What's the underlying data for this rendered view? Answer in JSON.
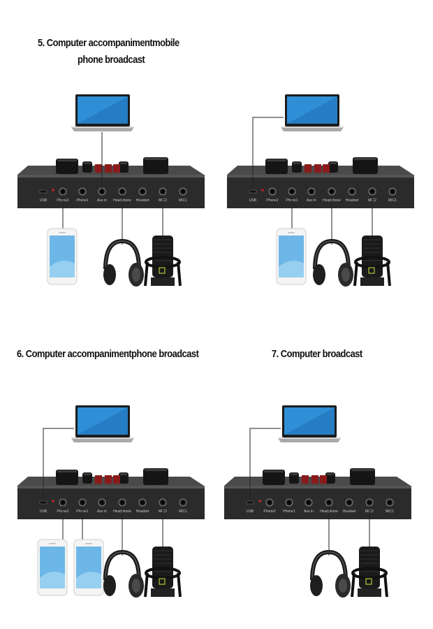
{
  "sections": [
    {
      "id": "s5",
      "title_lines": [
        "5. Computer accompanimentmobile",
        "phone broadcast"
      ],
      "phones": 1,
      "laptop_connected": false,
      "wires": [
        "phone2-to-phone",
        "auxin-to-laptop",
        "headphone",
        "mic2"
      ]
    },
    {
      "id": "s5b",
      "title_lines": [],
      "phones": 1,
      "laptop_connected": true,
      "wires": [
        "usb-to-laptop",
        "phone1-to-phone",
        "headphone",
        "mic2"
      ]
    },
    {
      "id": "s6",
      "title_lines": [
        "6. Computer accompanimentphone broadcast"
      ],
      "phones": 2,
      "laptop_connected": true,
      "wires": [
        "usb-to-laptop",
        "phone2-to-phone",
        "phone1-to-phone",
        "headphone",
        "mic2"
      ]
    },
    {
      "id": "s7",
      "title_lines": [
        "7. Computer broadcast"
      ],
      "phones": 0,
      "laptop_connected": true,
      "wires": [
        "usb-to-laptop",
        "headphone",
        "mic2"
      ]
    }
  ],
  "ports": [
    "USB",
    "Phone2",
    "Phone1",
    "Aux in",
    "Headphone",
    "Headset",
    "MIC2",
    "MIC1"
  ],
  "colors": {
    "device_body": "#3a3a3a",
    "device_front": "#2b2b2b",
    "knob_red": "#8b1a1a",
    "laptop_screen": "#2f8fd6",
    "phone_screen": "#6db7e8",
    "wire": "#222222"
  },
  "icons": [
    "laptop-icon",
    "sound-card-icon",
    "smartphone-icon",
    "headphones-icon",
    "condenser-microphone-icon"
  ]
}
